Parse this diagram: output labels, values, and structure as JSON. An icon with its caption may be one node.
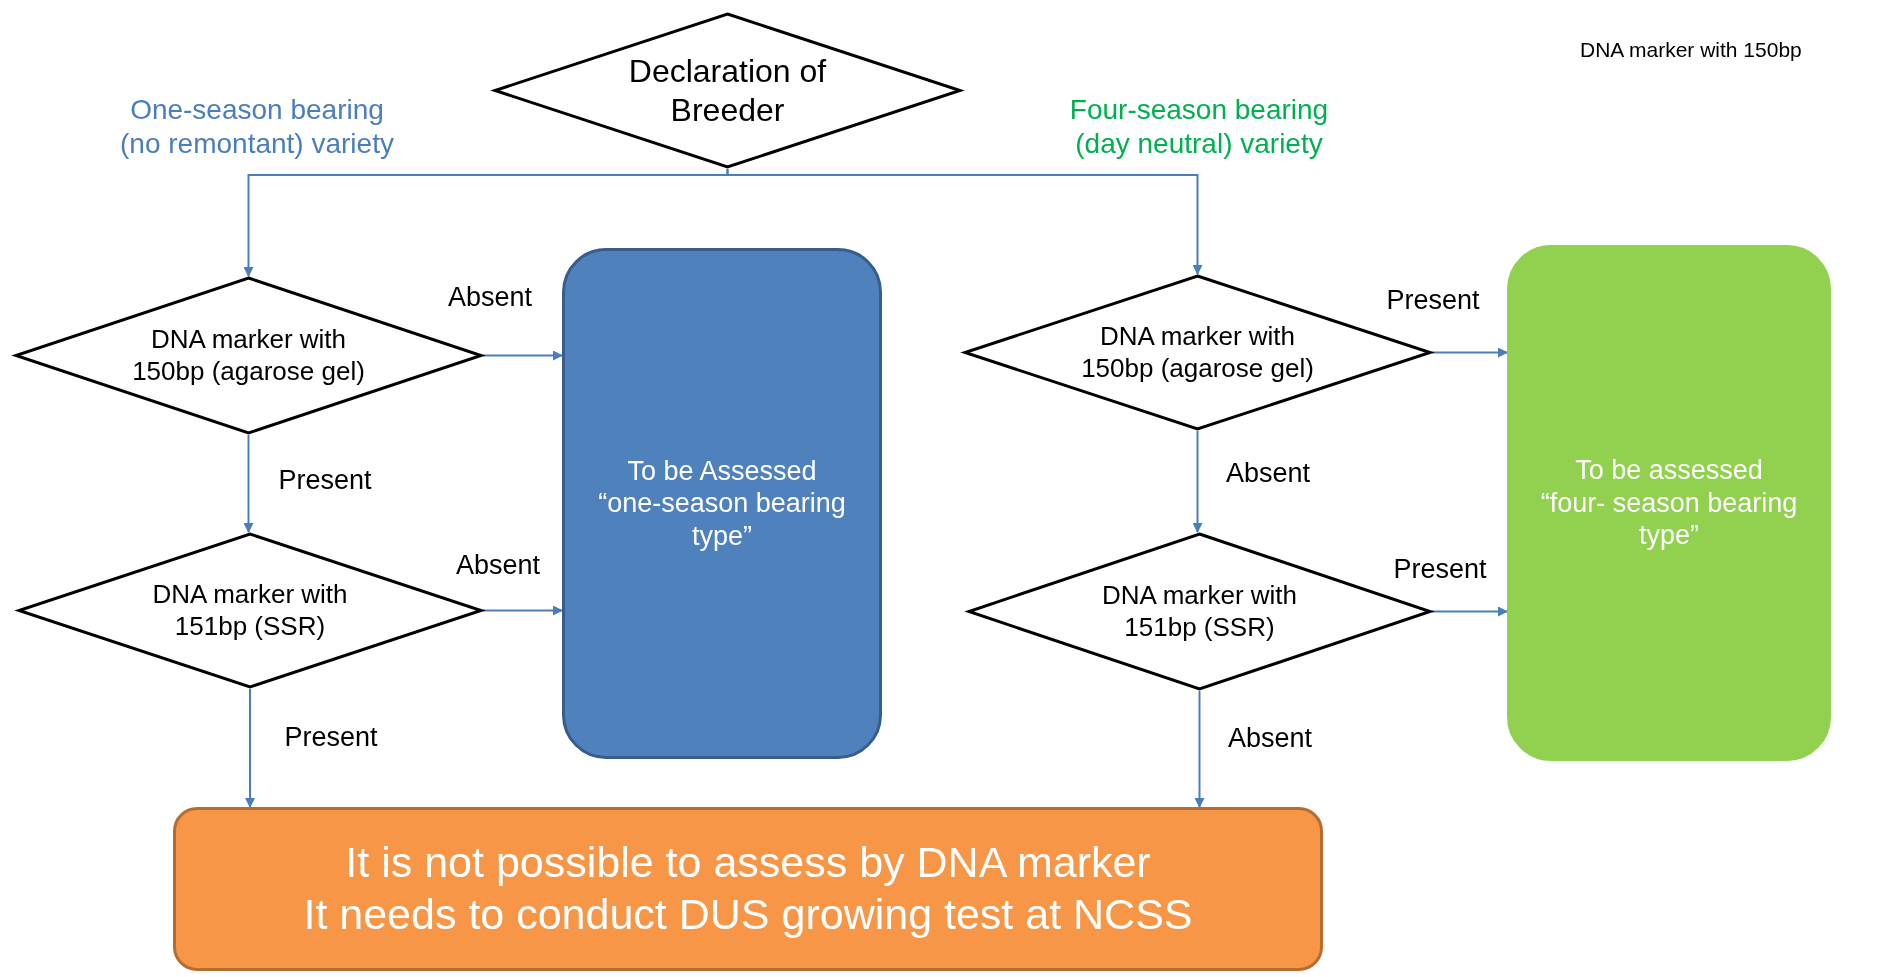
{
  "diagram": {
    "nodes": [
      {
        "text": [
          "Declaration of Breeder"
        ]
      },
      {
        "text": [
          "DNA marker with 150bp (agarose gel)"
        ]
      },
      {
        "text": [
          "To be Assessed “one-season bearing type”"
        ]
      },
      {
        "text": [
          "DNA marker with 150bp (agarose gel)"
        ]
      },
      {
        "text": [
          "To be assessed “four- season bearing type”"
        ]
      },
      {
        "text": [
          "DNA marker with 151bp (SSR)"
        ]
      },
      {
        "text": [
          "DNA marker with 151bp (SSR)"
        ]
      },
      {
        "text": [
          "It is not possible to assess by DNA marker",
          "It needs to conduct DUS growing test at NCSS"
        ]
      }
    ],
    "edges": [
      {
        "from": 0,
        "to": 1,
        "arrow": "to",
        "label": "One-season bearing (no remontant) variety"
      },
      {
        "from": 0,
        "to": 3,
        "arrow": "to",
        "label": "Four-season bearing (day neutral) variety"
      },
      {
        "from": 1,
        "to": 2,
        "arrow": "to",
        "label": "Absent"
      },
      {
        "from": 1,
        "to": 5,
        "arrow": "to",
        "label": "Present"
      },
      {
        "from": 5,
        "to": 2,
        "arrow": "to",
        "label": "Absent"
      },
      {
        "from": 5,
        "to": 7,
        "arrow": "to",
        "label": "Present"
      },
      {
        "from": 3,
        "to": 4,
        "arrow": "to",
        "label": "Present"
      },
      {
        "from": 3,
        "to": 6,
        "arrow": "to",
        "label": "Absent"
      },
      {
        "from": 6,
        "to": 4,
        "arrow": "to",
        "label": "Present"
      },
      {
        "from": 6,
        "to": 7,
        "arrow": "to",
        "label": "Absent"
      }
    ],
    "labels": [
      "DNA marker with 150bp"
    ]
  }
}
